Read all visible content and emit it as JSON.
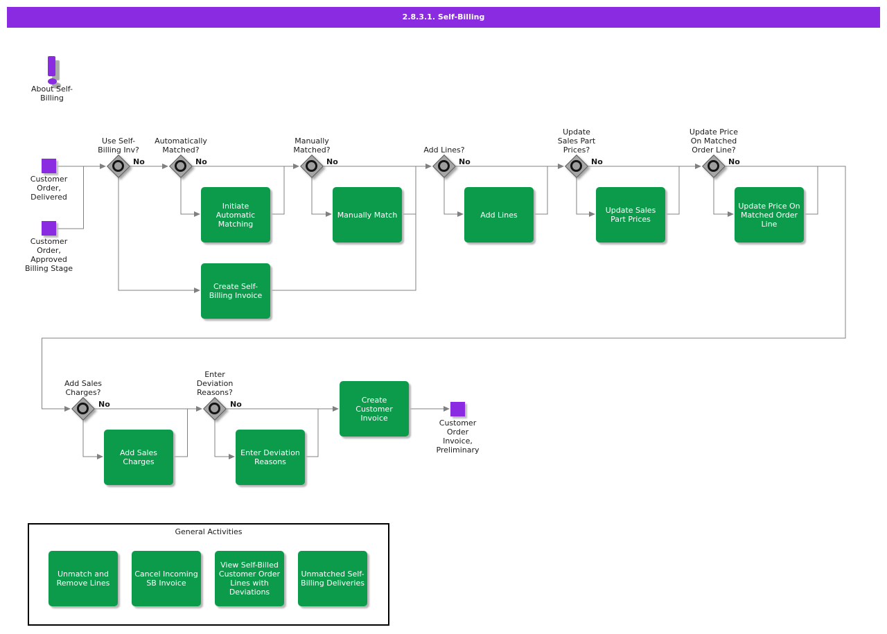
{
  "title": "2.8.3.1. Self-Billing",
  "colors": {
    "header_purple": "#8a2be2",
    "event_purple": "#8a2be2",
    "activity_green": "#0b9b4b",
    "connector_gray": "#808080",
    "gateway_gray": "#a6a6a6"
  },
  "about": {
    "label": "About Self-\nBilling"
  },
  "events": {
    "delivered": {
      "label": "Customer\nOrder,\nDelivered"
    },
    "approved": {
      "label": "Customer\nOrder,\nApproved\nBilling Stage"
    },
    "invoice_preliminary": {
      "label": "Customer\nOrder\nInvoice,\nPreliminary"
    }
  },
  "gateways": [
    {
      "label": "Use Self-\nBilling Inv?",
      "no": "No"
    },
    {
      "label": "Automatically\nMatched?",
      "no": "No"
    },
    {
      "label": "Manually\nMatched?",
      "no": "No"
    },
    {
      "label": "Add Lines?",
      "no": "No"
    },
    {
      "label": "Update\nSales Part\nPrices?",
      "no": "No"
    },
    {
      "label": "Update Price\nOn Matched\nOrder Line?",
      "no": "No"
    },
    {
      "label": "Add Sales\nCharges?",
      "no": "No"
    },
    {
      "label": "Enter\nDeviation\nReasons?",
      "no": "No"
    }
  ],
  "activities": [
    {
      "label": "Initiate\nAutomatic\nMatching"
    },
    {
      "label": "Manually Match"
    },
    {
      "label": "Add Lines"
    },
    {
      "label": "Update Sales\nPart Prices"
    },
    {
      "label": "Update Price On\nMatched Order\nLine"
    },
    {
      "label": "Create Self-\nBilling Invoice"
    },
    {
      "label": "Add Sales\nCharges"
    },
    {
      "label": "Enter Deviation\nReasons"
    },
    {
      "label": "Create\nCustomer\nInvoice"
    }
  ],
  "general": {
    "title": "General Activities",
    "items": [
      {
        "label": "Unmatch and\nRemove Lines"
      },
      {
        "label": "Cancel Incoming\nSB Invoice"
      },
      {
        "label": "View Self-Billed\nCustomer Order\nLines with\nDeviations"
      },
      {
        "label": "Unmatched Self-\nBilling Deliveries"
      }
    ]
  }
}
